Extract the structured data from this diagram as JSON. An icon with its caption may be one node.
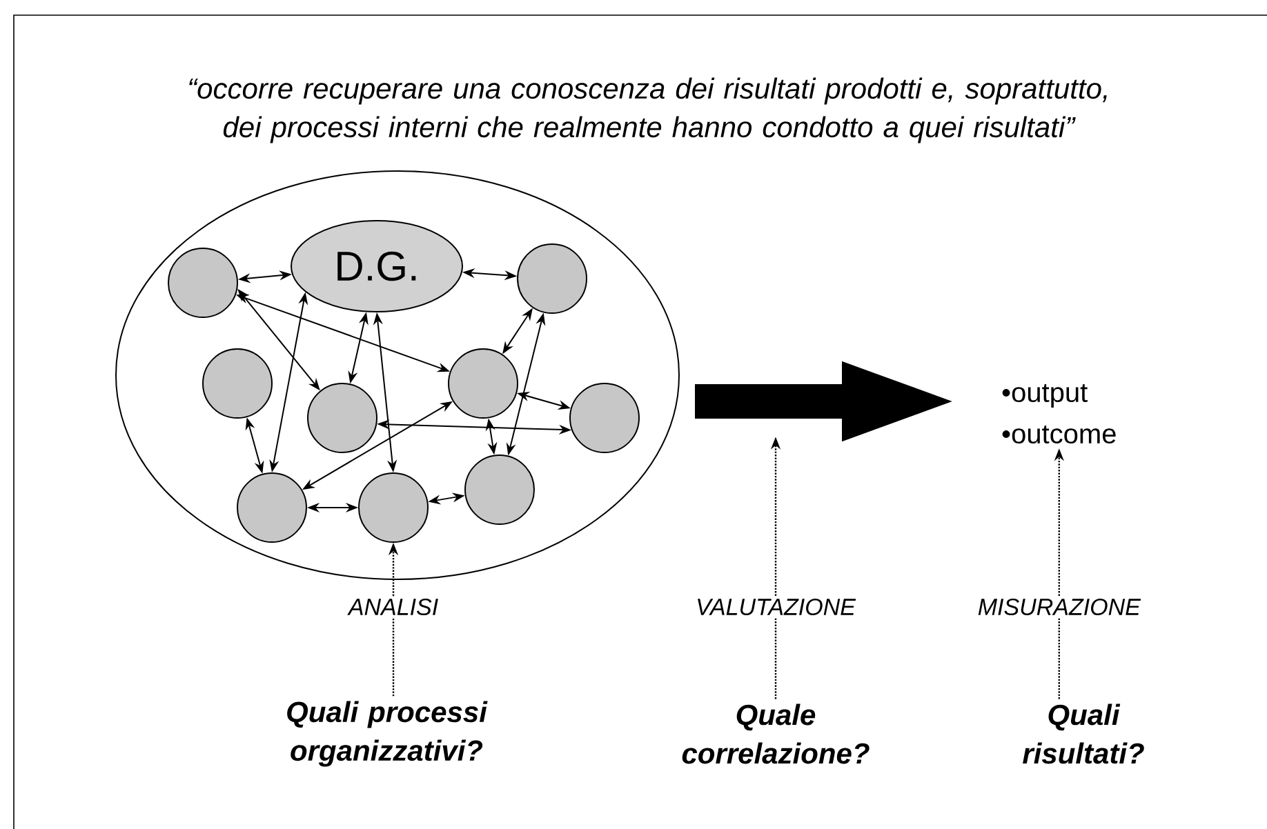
{
  "diagram": {
    "title": "“occorre recuperare una conoscenza dei risultati prodotti e, soprattutto, dei processi interni che realmente hanno condotto a quei risultati”",
    "nodes": [
      {
        "text": [],
        "shape": "ellipse"
      },
      {
        "text": [
          "D.G."
        ],
        "in": 0
      },
      {
        "text": [],
        "shape": "circle",
        "in": 0
      },
      {
        "text": [],
        "shape": "circle",
        "in": 0
      },
      {
        "text": [],
        "shape": "circle",
        "in": 0
      },
      {
        "text": [],
        "shape": "circle",
        "in": 0
      },
      {
        "text": [],
        "shape": "circle",
        "in": 0
      },
      {
        "text": [],
        "shape": "circle",
        "in": 0
      },
      {
        "text": [],
        "shape": "circle",
        "in": 0
      },
      {
        "text": [],
        "shape": "circle",
        "in": 0
      },
      {
        "text": [],
        "shape": "circle",
        "in": 0
      },
      {
        "text": [
          "•output",
          "•outcome"
        ]
      },
      {
        "text": [
          "Quali processi organizzativi?"
        ]
      },
      {
        "text": [
          "Quale correlazione?"
        ]
      },
      {
        "text": [
          "Quali risultati?"
        ]
      }
    ],
    "edges": [
      {
        "from": 0,
        "to": 11,
        "arrow": "to",
        "style": "thick"
      },
      {
        "from": 1,
        "to": 2,
        "arrow": "both"
      },
      {
        "from": 1,
        "to": 9,
        "arrow": "both"
      },
      {
        "from": 2,
        "to": 7,
        "arrow": "both"
      },
      {
        "from": 2,
        "to": 5,
        "arrow": "both"
      },
      {
        "from": 1,
        "to": 4,
        "arrow": "both"
      },
      {
        "from": 1,
        "to": 5,
        "arrow": "both"
      },
      {
        "from": 1,
        "to": 6,
        "arrow": "both"
      },
      {
        "from": 7,
        "to": 8,
        "arrow": "both"
      },
      {
        "from": 5,
        "to": 10,
        "arrow": "both"
      },
      {
        "from": 4,
        "to": 7,
        "arrow": "both"
      },
      {
        "from": 6,
        "to": 8,
        "arrow": "both"
      },
      {
        "from": 3,
        "to": 4,
        "arrow": "both"
      },
      {
        "from": 4,
        "to": 6,
        "arrow": "both"
      },
      {
        "from": 9,
        "to": 7,
        "arrow": "both"
      },
      {
        "from": 9,
        "to": 8,
        "arrow": "both"
      },
      {
        "from": 7,
        "to": 10,
        "arrow": "both"
      },
      {
        "from": 12,
        "to": 6,
        "arrow": "to",
        "style": "dashed",
        "label": "ANALISI"
      },
      {
        "from": 13,
        "to": null,
        "arrow": "to",
        "style": "dashed",
        "label": "VALUTAZIONE"
      },
      {
        "from": 14,
        "to": 11,
        "arrow": "to",
        "style": "dashed",
        "label": "MISURAZIONE"
      }
    ]
  }
}
